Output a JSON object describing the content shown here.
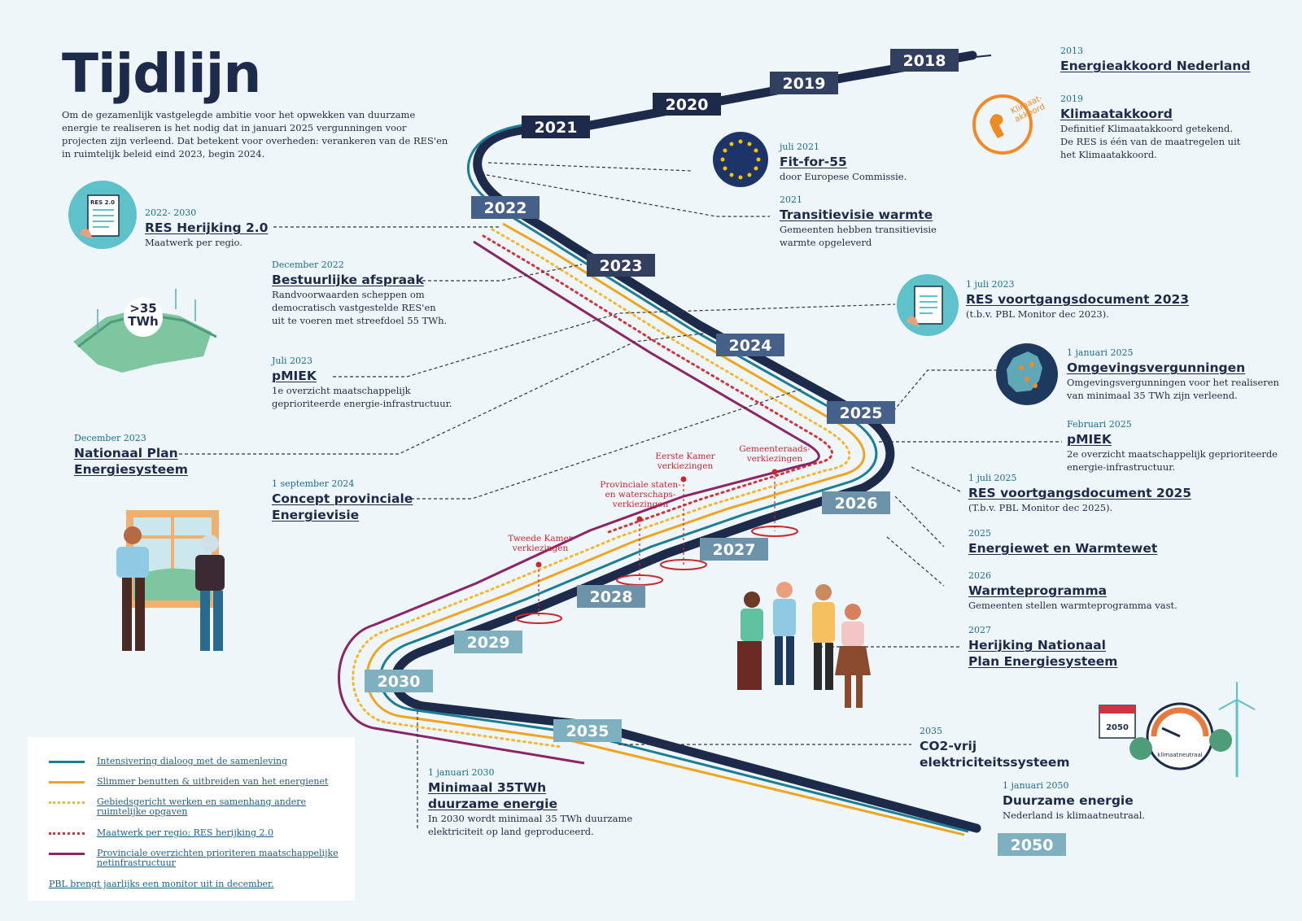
{
  "title": "Tijdlijn",
  "intro": "Om de gezamenlijk vastgelegde ambitie voor het opwekken van duurzame energie te realiseren is het nodig dat in januari 2025 vergunningen voor projecten zijn verleend. Dat betekent voor overheden: verankeren van de RES'en in ruimtelijk beleid eind 2023, begin 2024.",
  "years": [
    "2018",
    "2019",
    "2020",
    "2021",
    "2022",
    "2023",
    "2024",
    "2025",
    "2026",
    "2027",
    "2028",
    "2029",
    "2030",
    "2035",
    "2050"
  ],
  "colors": {
    "road": "#1d2a4a",
    "dialog": "#1b7d96",
    "grid": "#f0a51e",
    "area": "#f5b730",
    "res": "#d0343c",
    "provincial": "#8c2466",
    "year_dark": "#323f5e",
    "year_mid": "#45618a",
    "year_light": "#7fb0c0",
    "accent_teal": "#5fc1c9",
    "klimaat_orange": "#f08a24"
  },
  "icons": {
    "eu": "eu-flag-icon",
    "klimaat": "klimaatakkoord-logo-icon",
    "document": "document-icon",
    "res_doc": "res-document-icon",
    "map": "netherlands-map-icon",
    "twh": "netherlands-energy-map-icon",
    "window": "people-window-illustration",
    "group": "people-group-illustration",
    "neutral": "klimaatneutraal-gauge-icon"
  },
  "badge": {
    "res_doc": "RES 2.0",
    "twh_top": ">35",
    "twh_bottom": "TWh",
    "klimaat_logo": "Klimaat-\nakkoord",
    "calendar": "2050",
    "gauge": "klimaatneutraal"
  },
  "events": {
    "energieakkoord": {
      "date": "2013",
      "head": "Energieakkoord Nederland",
      "desc": ""
    },
    "klimaatakkoord": {
      "date": "2019",
      "head": "Klimaatakkoord",
      "desc": "Definitief Klimaatakkoord getekend.\nDe RES is één van de maatregelen uit\nhet Klimaatakkoord."
    },
    "fit55": {
      "date": "juli 2021",
      "head": "Fit-for-55",
      "desc": "door Europese Commissie."
    },
    "transitievisie": {
      "date": "2021",
      "head": "Transitievisie warmte",
      "desc": "Gemeenten hebben transitievisie\nwarmte opgeleverd"
    },
    "res_herijking": {
      "date": "2022- 2030",
      "head": "RES Herijking 2.0",
      "desc": "Maatwerk per regio."
    },
    "bestuurlijke": {
      "date": "December 2022",
      "head": "Bestuurlijke afspraak",
      "desc": "Randvoorwaarden scheppen om\ndemocratisch vastgestelde RES'en\nuit te voeren met streefdoel 55 TWh."
    },
    "res_2023": {
      "date": "1 juli 2023",
      "head": "RES voortgangsdocument 2023",
      "desc": "(t.b.v. PBL Monitor dec 2023)."
    },
    "pmiek1": {
      "date": "Juli 2023",
      "head": "pMIEK",
      "desc": "1e overzicht maatschappelijk\ngeprioriteerde energie-infrastructuur."
    },
    "omgeving": {
      "date": "1 januari 2025",
      "head": "Omgevingsvergunningen",
      "desc": "Omgevingsvergunningen voor het realiseren\nvan minimaal 35 TWh zijn verleend."
    },
    "nationaal_plan": {
      "date": "December 2023",
      "head": "Nationaal Plan\nEnergiesysteem",
      "desc": ""
    },
    "pmiek2": {
      "date": "Februari 2025",
      "head": "pMIEK",
      "desc": "2e overzicht maatschappelijk geprioriteerde\nenergie-infrastructuur."
    },
    "res_2025": {
      "date": "1 juli 2025",
      "head": "RES voortgangsdocument 2025",
      "desc": "(T.b.v. PBL Monitor dec 2025)."
    },
    "provinciale": {
      "date": "1 september 2024",
      "head": "Concept provinciale\nEnergievisie",
      "desc": ""
    },
    "energiewet": {
      "date": "2025",
      "head": "Energiewet en Warmtewet",
      "desc": ""
    },
    "warmte": {
      "date": "2026",
      "head": "Warmteprogramma",
      "desc": "Gemeenten stellen warmteprogramma vast."
    },
    "herijking_nat": {
      "date": "2027",
      "head": "Herijking Nationaal\nPlan Energiesysteem",
      "desc": ""
    },
    "co2": {
      "date": "2035",
      "head": "CO2-vrij\nelektriciteitssysteem",
      "desc": ""
    },
    "min35": {
      "date": "1 januari 2030",
      "head": "Minimaal 35TWh\nduurzame energie",
      "desc": "In 2030 wordt minimaal 35 TWh duurzame\nelektriciteit op land geproduceerd."
    },
    "duurzaam": {
      "date": "1 januari 2050",
      "head": "Duurzame energie",
      "desc": "Nederland is klimaatneutraal."
    }
  },
  "elections": {
    "tweede": "Tweede Kamer\nverkiezingen",
    "provinciale": "Provinciale staten-\nen waterschaps-\nverkiezingen",
    "eerste": "Eerste Kamer\nverkiezingen",
    "gemeente": "Gemeenteraads-\nverkiezingen"
  },
  "legend": {
    "items": [
      "Intensivering dialoog met de samenleving",
      "Slimmer benutten & uitbreiden van het energienet",
      "Gebiedsgericht werken en samenhang andere\nruimtelijke opgaven",
      "Maatwerk per regio: RES herijking 2.0",
      "Provinciale overzichten prioriteren maatschappelijke\nnetinfrastructuur"
    ],
    "note": "PBL brengt jaarlijks een monitor uit in december."
  }
}
